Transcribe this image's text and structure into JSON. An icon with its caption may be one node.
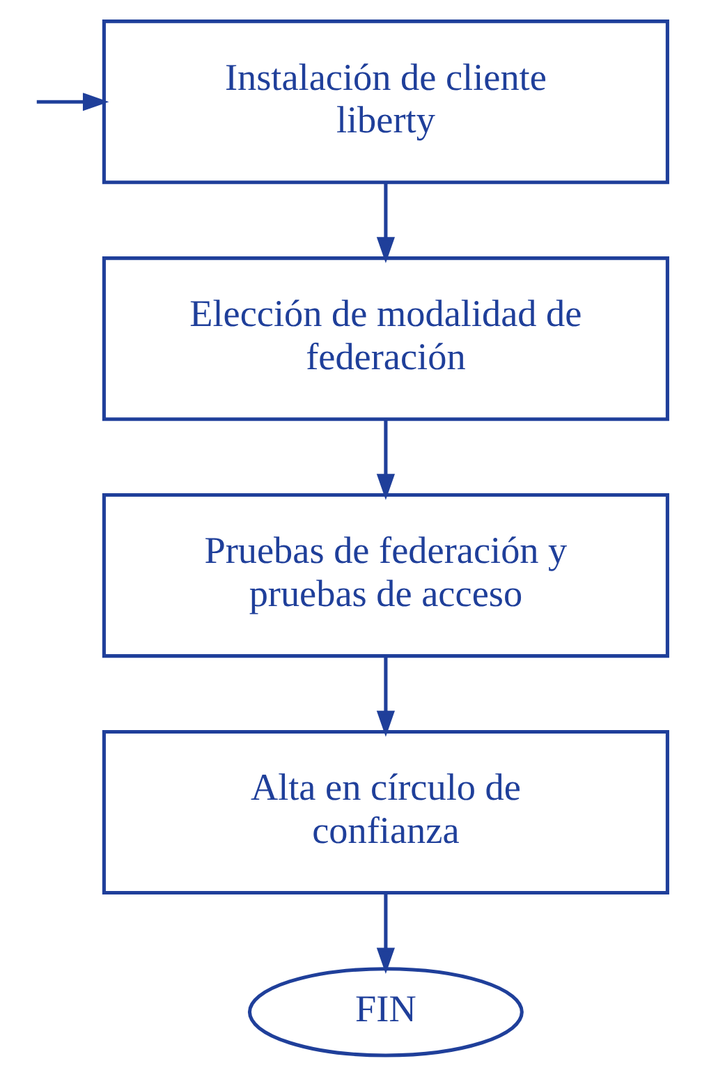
{
  "diagram": {
    "nodes": [
      {
        "text": [
          "Instalación de cliente liberty"
        ]
      },
      {
        "text": [
          "Elección de modalidad de federación"
        ]
      },
      {
        "text": [
          "Pruebas de federación y pruebas de acceso"
        ]
      },
      {
        "text": [
          "Alta en círculo de confianza"
        ]
      },
      {
        "text": [
          "FIN"
        ]
      }
    ],
    "edges": [
      {
        "from": null,
        "to": 0,
        "arrow": "to"
      },
      {
        "from": 0,
        "to": 1,
        "arrow": "to"
      },
      {
        "from": 1,
        "to": 2,
        "arrow": "to"
      },
      {
        "from": 2,
        "to": 3,
        "arrow": "to"
      },
      {
        "from": 3,
        "to": 4,
        "arrow": "to"
      }
    ]
  }
}
